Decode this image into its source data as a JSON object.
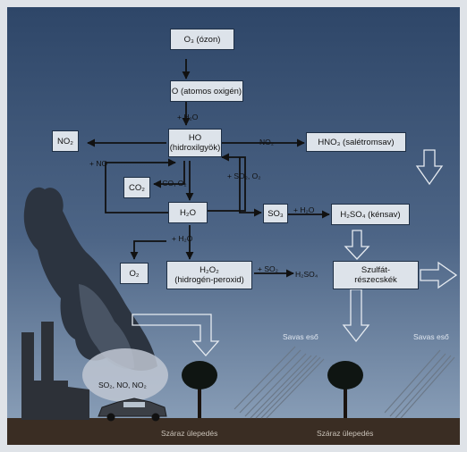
{
  "colors": {
    "frame": "#dfe3e8",
    "sky_top": "#2e4668",
    "sky_bottom": "#8a9fb8",
    "ground": "#3a2d23",
    "box_fill": "#dde3ea",
    "arrow": "#111111",
    "smoke": "#2c3440",
    "rain": "#5d6a78"
  },
  "boxes": {
    "ozone": "O₃ (ózon)",
    "atomic_oxygen": "O (atomos oxigén)",
    "no2": "NO₂",
    "ho_line1": "HO",
    "ho_line2": "(hidroxilgyök)",
    "hno3": "HNO₃ (salétromsav)",
    "co2": "CO₂",
    "h2o": "H₂O",
    "so3": "SO₃",
    "h2so4": "H₂SO₄ (kénsav)",
    "o2": "O₂",
    "h2o2_line1": "H₂O₂",
    "h2o2_line2": "(hidrogén-peroxid)",
    "sulfate_line1": "Szulfát-",
    "sulfate_line2": "részecskék"
  },
  "labels": {
    "plus_h2o_top": "+ H₂O",
    "plus_no": "+ NO",
    "no2_mid": "NO₂",
    "plus_co_o2": "+ CO, O₂",
    "plus_so2_o2": "+ SO₂, O₂",
    "plus_h2o_so3": "+ H₂O",
    "plus_h2o_bottom": "+ H₂O",
    "plus_so2": "+ SO₂",
    "h2so4_small": "H₂SO₄",
    "emissions": "SO₂, NO, NO₂",
    "acid_rain_left": "Savas eső",
    "acid_rain_right": "Savas eső",
    "dry_deposition_left": "Száraz ülepedés",
    "dry_deposition_right": "Száraz ülepedés"
  }
}
